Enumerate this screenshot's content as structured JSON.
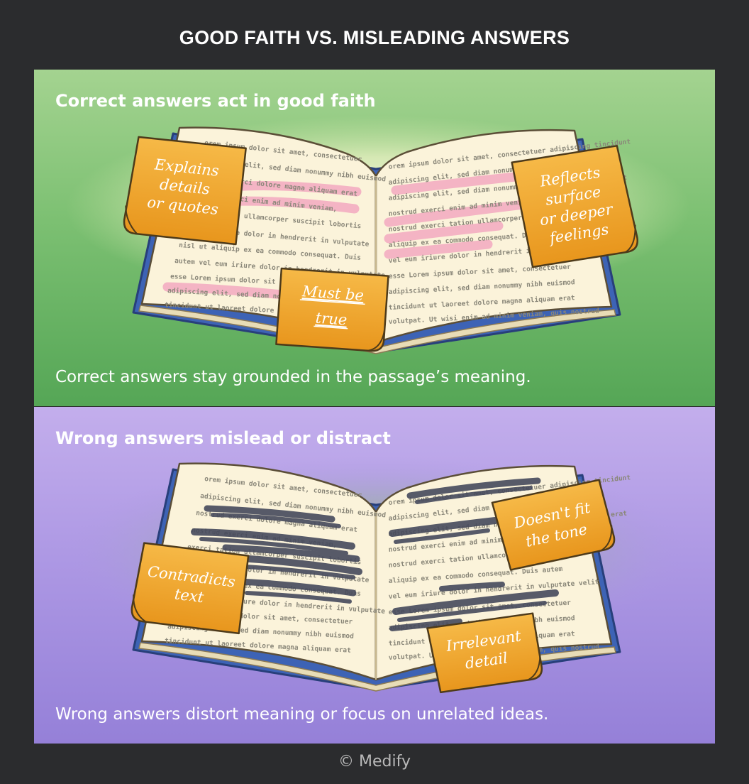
{
  "title": "GOOD FAITH VS. MISLEADING ANSWERS",
  "top": {
    "heading": "Correct answers act in good faith",
    "caption": "Correct answers stay grounded in the passage’s meaning.",
    "notes": {
      "explains": [
        "Explains",
        "details",
        "or quotes"
      ],
      "reflects": [
        "Reflects",
        "surface",
        "or deeper",
        "feelings"
      ],
      "true": [
        "Must be",
        "true"
      ]
    }
  },
  "bottom": {
    "heading": "Wrong answers mislead or distract",
    "caption": "Wrong answers distort meaning or focus on unrelated ideas.",
    "notes": {
      "tone": [
        "Doesn't fit",
        "the tone"
      ],
      "contradicts": [
        "Contradicts",
        "text"
      ],
      "irrelevant": [
        "Irrelevant",
        "detail"
      ]
    }
  },
  "book_text": {
    "left": [
      "orem ipsum dolor sit amet, consectetuer",
      "adipiscing elit, sed diam nonummy nibh euismod",
      "nostrud exerci dolore magna aliquam erat",
      "nostrud exerci enim ad minim veniam,",
      "exerci tation ullamcorper suscipit lobortis",
      "Vel eum iriure dolor in hendrerit in vulputate",
      "nisl ut aliquip ex ea commodo consequat. Duis",
      "autem vel eum iriure dolor in hendrerit in vulputate",
      "esse Lorem ipsum dolor sit amet, consectetuer",
      "adipiscing elit, sed diam nonummy nibh euismod",
      "tincidunt ut laoreet dolore magna aliquam erat"
    ],
    "right": [
      "orem ipsum dolor sit amet, consectetuer adipiscing tincidunt",
      "adipiscing elit, sed diam nonummy nibh euismod",
      "adipiscing elit, sed diam nonummy dolore magna aliquam erat",
      "nostrud exerci enim ad minim veniam, quis nostrud",
      "nostrud exerci tation ullamcorper suscipit lobortis",
      "aliquip ex ea commodo consequat. Duis autem",
      "vel eum iriure dolor in hendrerit in vulputate velit",
      "esse Lorem ipsum dolor sit amet, consectetuer",
      "adipiscing elit, sed diam nonummy nibh euismod",
      "tincidunt ut laoreet dolore magna aliquam erat",
      "volutpat. Ut wisi enim ad minim veniam, quis nostrud"
    ]
  },
  "colors": {
    "note_fill": "#f1a733",
    "book_cover": "#3d63b5",
    "page": "#fbf3da",
    "highlight": "#f2a8c0",
    "redaction": "#464a5c"
  },
  "footer": "© Medify"
}
